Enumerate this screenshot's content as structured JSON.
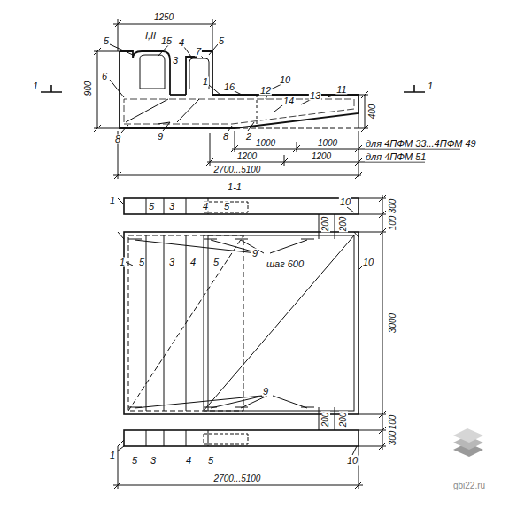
{
  "diagram": {
    "labels": [
      "1250",
      "I,II",
      "15",
      "5",
      "3",
      "4",
      "7",
      "5",
      "6",
      "1",
      "16",
      "10",
      "12",
      "14",
      "13",
      "11",
      "900",
      "400",
      "8",
      "9",
      "8",
      "2",
      "1000",
      "1000",
      "для 4ПФМ 33...4ПФМ 49",
      "1200",
      "1200",
      "для 4ПФМ 51",
      "2700...5100",
      "1",
      "1",
      "1-1",
      "1",
      "5",
      "3",
      "4",
      "5",
      "10",
      "300",
      "100",
      "200",
      "200",
      "1",
      "5",
      "3",
      "4",
      "5",
      "10",
      "9",
      "шаг 600",
      "3000",
      "9",
      "200",
      "200",
      "100",
      "300",
      "1",
      "5",
      "3",
      "4",
      "5",
      "10",
      "2700...5100",
      "gbi22.ru"
    ]
  }
}
